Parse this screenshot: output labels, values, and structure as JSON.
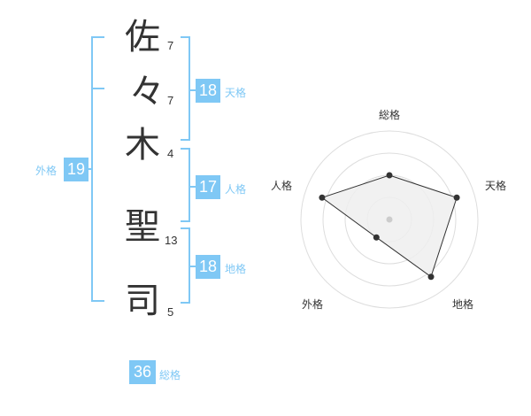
{
  "name": {
    "chars": [
      {
        "char": "佐",
        "strokes": "7"
      },
      {
        "char": "々",
        "strokes": "7"
      },
      {
        "char": "木",
        "strokes": "4"
      },
      {
        "char": "聖",
        "strokes": "13"
      },
      {
        "char": "司",
        "strokes": "5"
      }
    ]
  },
  "fortunes": {
    "tenkaku": {
      "value": "18",
      "label": "天格"
    },
    "jinkaku": {
      "value": "17",
      "label": "人格"
    },
    "chikaku": {
      "value": "18",
      "label": "地格"
    },
    "gaikaku": {
      "value": "19",
      "label": "外格"
    },
    "soukaku": {
      "value": "36",
      "label": "総格"
    }
  },
  "colors": {
    "accent": "#7fc8f5",
    "text": "#333333",
    "grid": "#dddddd",
    "fill": "#eeeeee"
  },
  "chart_data": {
    "type": "radar",
    "axes": [
      "総格",
      "天格",
      "地格",
      "外格",
      "人格"
    ],
    "values": [
      0.5,
      0.8,
      0.8,
      0.25,
      0.8
    ],
    "max": 1,
    "rings": 4,
    "grid": true
  }
}
